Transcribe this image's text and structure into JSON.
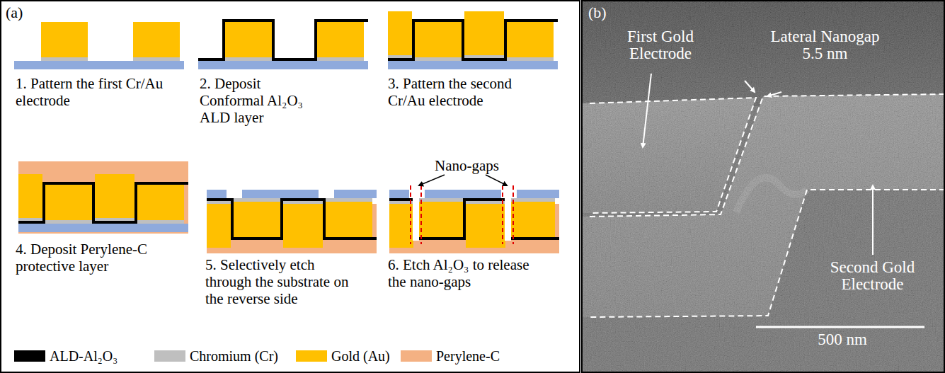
{
  "diagram": {
    "nodes": [
      {
        "text": [
          "(a)"
        ]
      },
      {
        "text": [
          "(b)"
        ]
      }
    ],
    "labels": [
      "1. Pattern the first Cr/Au electrode",
      "2. Deposit Conformal Al₂O₃ ALD layer",
      "3. Pattern the second Cr/Au electrode",
      "4. Deposit Perylene-C protective layer",
      "5. Selectively etch through the substrate on the reverse side",
      "6. Etch Al₂O₃ to release the nano-gaps",
      "Nano-gaps",
      "First Gold Electrode",
      "Lateral Nanogap 5.5 nm",
      "Second Gold Electrode",
      "500 nm"
    ],
    "legend": [
      {
        "text": "ALD-Al₂O₃",
        "color": "#000000"
      },
      {
        "text": "Chromium (Cr)",
        "color": "#bfbfbf"
      },
      {
        "text": "Gold (Au)",
        "color": "#ffc000"
      },
      {
        "text": "Perylene-C",
        "color": "#f4b183"
      }
    ]
  }
}
